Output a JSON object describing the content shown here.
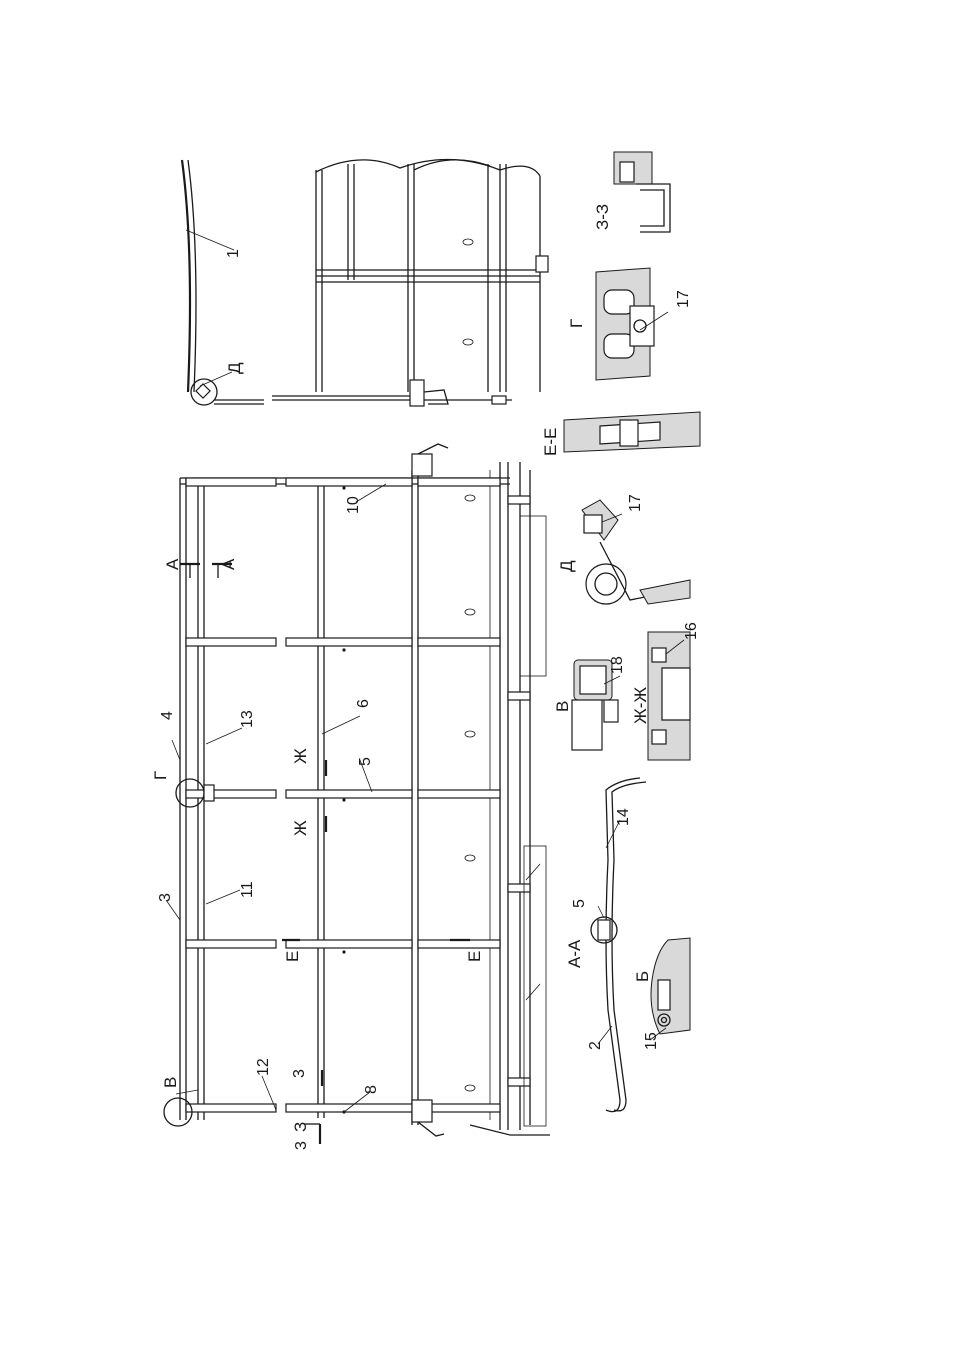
{
  "labels": {
    "callout_1": "1",
    "callout_2": "2",
    "callout_3a": "3",
    "callout_3b": "3",
    "callout_3c": "3",
    "callout_4": "4",
    "callout_5a": "5",
    "callout_5b": "5",
    "callout_6": "6",
    "callout_8": "8",
    "callout_10": "10",
    "callout_11": "11",
    "callout_12": "12",
    "callout_13": "13",
    "callout_14": "14",
    "callout_15": "15",
    "callout_16": "16",
    "callout_17a": "17",
    "callout_17b": "17",
    "callout_18": "18",
    "view_V": "В",
    "view_G": "Г",
    "view_D": "Д",
    "view_B": "Б",
    "view_G_detail": "Г",
    "view_D_detail": "Д",
    "view_V_detail": "В",
    "section_A_top": "А",
    "section_A_bot": "А",
    "section_AA": "А-А",
    "section_EE": "Е-Е",
    "section_E_left": "Е",
    "section_E_right": "Е",
    "section_ZhZh": "Ж-Ж",
    "section_Zh_left": "Ж",
    "section_Zh_right": "Ж",
    "section_ZZ": "З-З",
    "section_Z_bottom": "З"
  }
}
